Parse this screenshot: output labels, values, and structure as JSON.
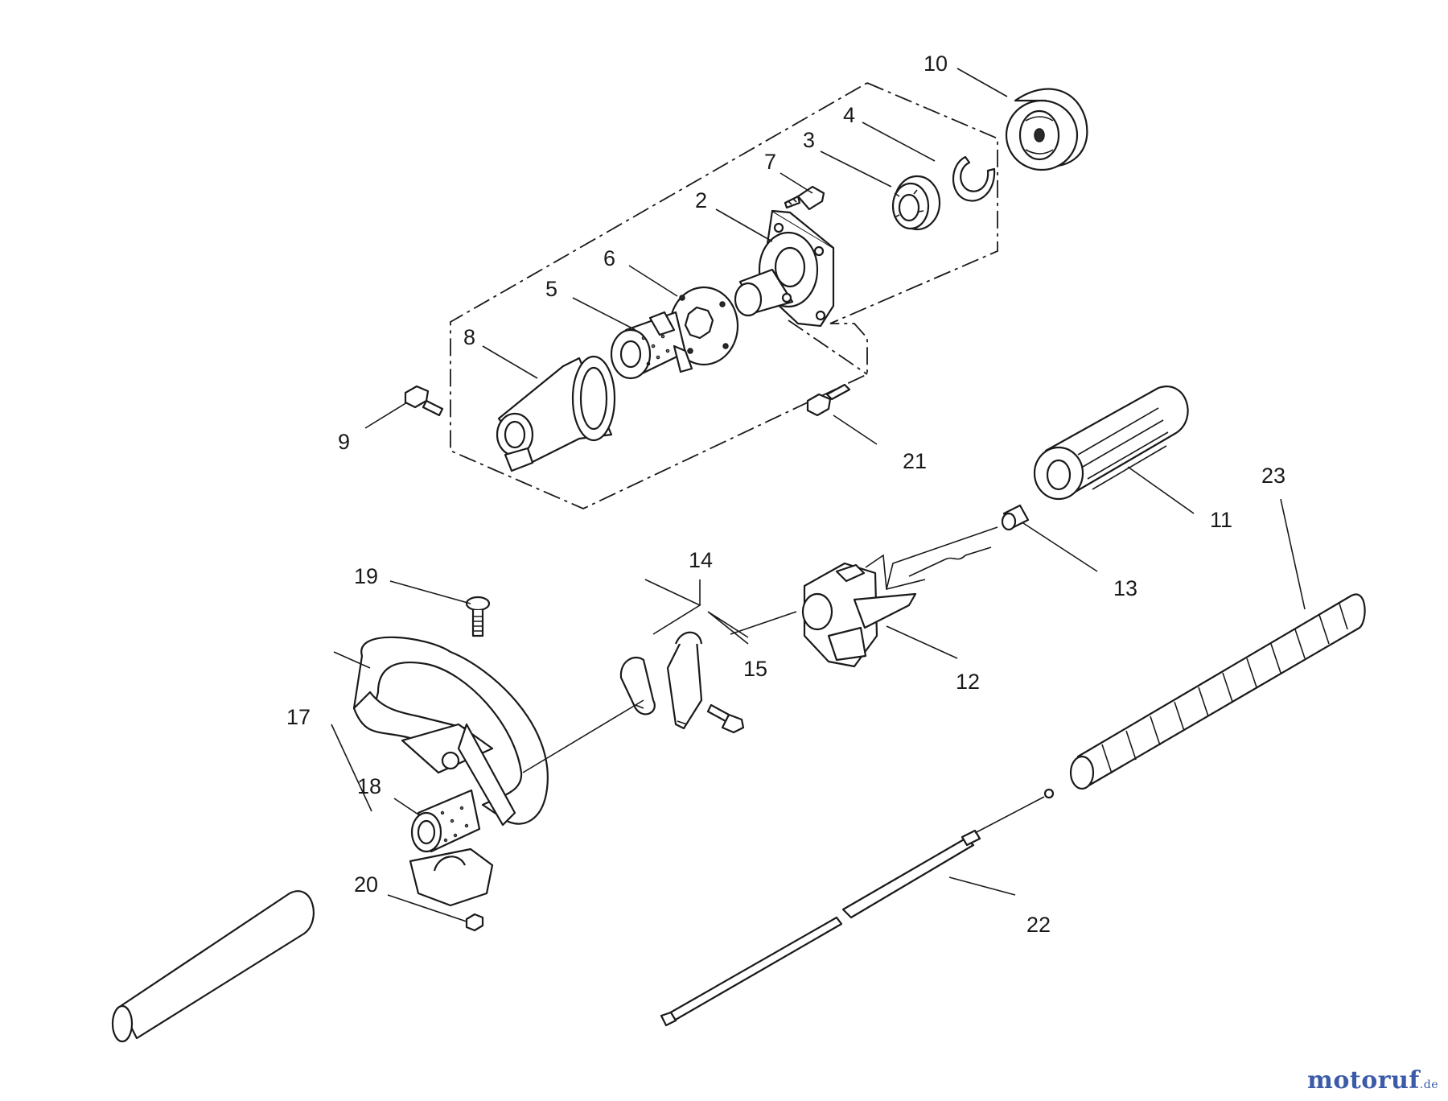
{
  "labels": {
    "l1": "10",
    "l2": "4",
    "l3": "3",
    "l4": "7",
    "l5": "2",
    "l6": "6",
    "l7": "5",
    "l8": "8",
    "l9": "9",
    "l10": "21",
    "l11": "23",
    "l12": "11",
    "l13": "13",
    "l14": "14",
    "l15": "19",
    "l16": "15",
    "l17": "12",
    "l18": "17",
    "l19": "18",
    "l20": "20",
    "l21": "22"
  },
  "watermark": {
    "main": "motoruf",
    "tld": ".de"
  }
}
